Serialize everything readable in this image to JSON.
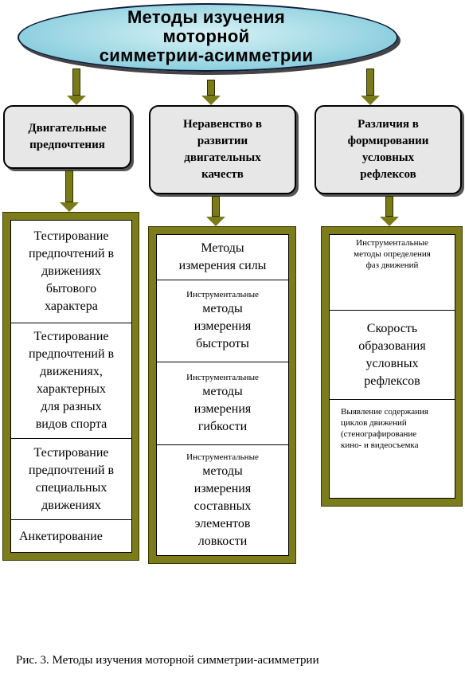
{
  "title": "Методы изучения\nмоторной\nсимметрии-асимметрии",
  "categories": [
    {
      "label": "Двигательные\nпредпочтения"
    },
    {
      "label": "Неравенство в\nразвитии\nдвигательных\nкачеств"
    },
    {
      "label": "Различия в\nформировании\nусловных\nрефлексов"
    }
  ],
  "column1": [
    "Тестирование\nпредпочтений в\nдвижениях\nбытового\nхарактера",
    "Тестирование\nпредпочтений в\nдвижениях,\nхарактерных\nдля разных\nвидов спорта",
    "Тестирование\nпредпочтений в\nспециальных\nдвижениях",
    "Анкетирование"
  ],
  "column2": [
    {
      "small": "",
      "text": "Методы\nизмерения силы"
    },
    {
      "small": "Инструментальные",
      "text": "методы\nизмерения\nбыстроты"
    },
    {
      "small": "Инструментальные",
      "text": "методы\nизмерения\nгибкости"
    },
    {
      "small": "Инструментальные",
      "text": "методы\nизмерения\nсоставных\nэлементов\nловкости"
    }
  ],
  "column3": [
    {
      "small": "Инструментальные\nметоды определения\nфаз движений",
      "text": ""
    },
    {
      "small": "",
      "text": "Скорость\nобразования\nусловных\nрефлексов"
    },
    {
      "small": "Выявление содержания\nциклов движений\n(стенографирование\nкино- и видеосъемка",
      "text": ""
    }
  ],
  "caption": "Рис. 3. Методы изучения моторной симметрии-асимметрии",
  "colors": {
    "frame": "#7c7c1b",
    "arrow": "#7a7a18",
    "ellipse": "#9fd8e4",
    "box": "#e7e7e7"
  }
}
